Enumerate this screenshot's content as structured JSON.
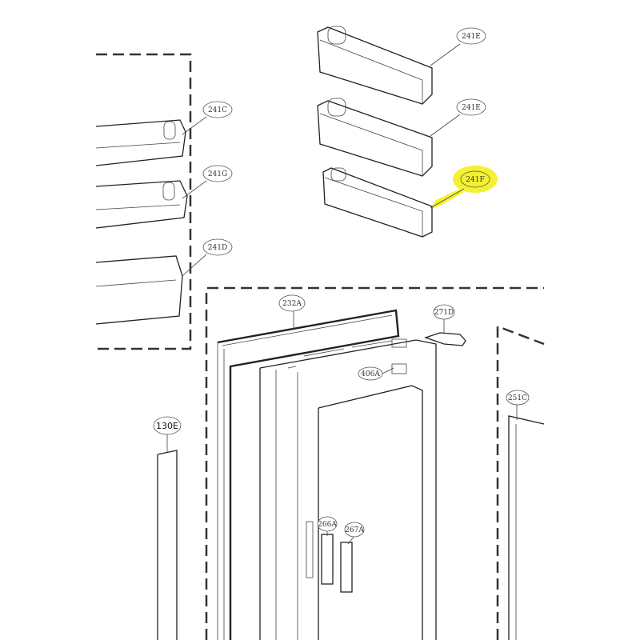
{
  "callouts": {
    "c241e_top": "241E",
    "c241e_mid": "241E",
    "c241f": "241F",
    "c241c": "241C",
    "c241g": "241G",
    "c241d": "241D",
    "c232a": "232A",
    "c271d": "271D",
    "c406a": "406A",
    "c130e": "130E",
    "c251c": "251C",
    "c266a": "266A",
    "c267a": "267A"
  },
  "colors": {
    "highlight": "#f2ef1a"
  }
}
